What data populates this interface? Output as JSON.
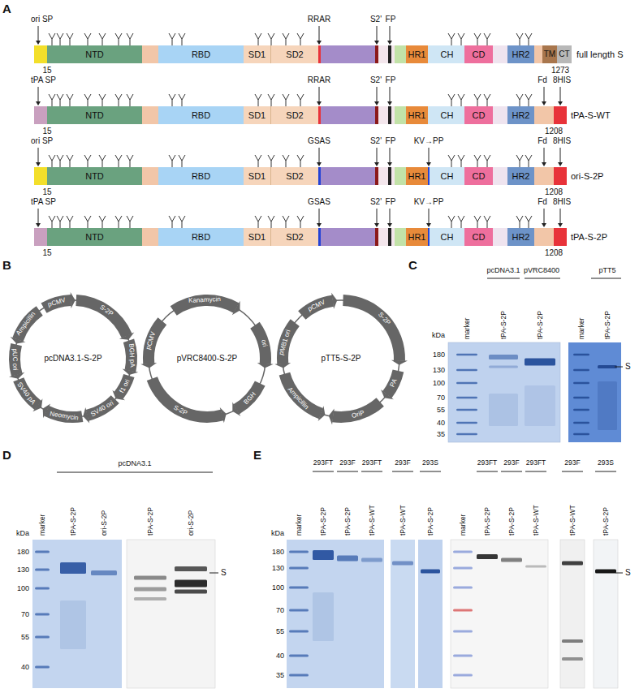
{
  "diagram": {
    "nodes": [
      {
        "text": [
          "NTD"
        ]
      },
      {
        "text": [
          "RBD"
        ]
      },
      {
        "text": [
          "SD1"
        ]
      },
      {
        "text": [
          "SD2"
        ]
      },
      {
        "text": [
          "HR1"
        ]
      },
      {
        "text": [
          "CH"
        ]
      },
      {
        "text": [
          "CD"
        ]
      },
      {
        "text": [
          "HR2"
        ]
      },
      {
        "text": [
          "TM"
        ]
      },
      {
        "text": [
          "CT"
        ]
      },
      {
        "text": [
          "NTD"
        ]
      },
      {
        "text": [
          "RBD"
        ]
      },
      {
        "text": [
          "SD1"
        ]
      },
      {
        "text": [
          "SD2"
        ]
      },
      {
        "text": [
          "HR1"
        ]
      },
      {
        "text": [
          "CH"
        ]
      },
      {
        "text": [
          "CD"
        ]
      },
      {
        "text": [
          "HR2"
        ]
      },
      {
        "text": [
          "NTD"
        ]
      },
      {
        "text": [
          "RBD"
        ]
      },
      {
        "text": [
          "SD1"
        ]
      },
      {
        "text": [
          "SD2"
        ]
      },
      {
        "text": [
          "HR1"
        ]
      },
      {
        "text": [
          "CH"
        ]
      },
      {
        "text": [
          "CD"
        ]
      },
      {
        "text": [
          "HR2"
        ]
      },
      {
        "text": [
          "NTD"
        ]
      },
      {
        "text": [
          "RBD"
        ]
      },
      {
        "text": [
          "SD1"
        ]
      },
      {
        "text": [
          "SD2"
        ]
      },
      {
        "text": [
          "HR1"
        ]
      },
      {
        "text": [
          "CH"
        ]
      },
      {
        "text": [
          "CD"
        ]
      },
      {
        "text": [
          "HR2"
        ]
      },
      {
        "text": [
          "pcDNA3.1-S-2P"
        ]
      },
      {
        "text": [
          "pVRC8400-S-2P"
        ]
      },
      {
        "text": [
          "pTT5-S-2P"
        ]
      }
    ],
    "labels": [
      "A",
      "ori SP",
      "RRAR",
      "S2'",
      "FP",
      "15",
      "1273",
      "full length S",
      "tPA SP",
      "RRAR",
      "S2'",
      "FP",
      "Fd",
      "8HIS",
      "15",
      "1208",
      "tPA-S-WT",
      "ori SP",
      "GSAS",
      "S2'",
      "FP",
      "KV→PP",
      "Fd",
      "8HIS",
      "15",
      "1208",
      "ori-S-2P",
      "tPA SP",
      "GSAS",
      "S2'",
      "FP",
      "KV→PP",
      "Fd",
      "8HIS",
      "15",
      "1208",
      "tPA-S-2P",
      "B",
      "pCMV",
      "S-2P",
      "BGH pA",
      "f1 ori",
      "SV40 ori",
      "Neomycin",
      "SV40 pA",
      "pUC ori",
      "Ampicillin",
      "Kanamycin",
      "ori",
      "BGH",
      "S-2P",
      "pCMV",
      "pCMV",
      "S-2P",
      "PA",
      "OriP",
      "Ampicillin",
      "pMB1 ori",
      "C",
      "pcDNA3.1",
      "pVRC8400",
      "pTT5",
      "marker",
      "tPA-S-2P",
      "tPA-S-2P",
      "marker",
      "tPA-S-2P",
      "kDa",
      "180",
      "130",
      "100",
      "70",
      "55",
      "40",
      "35",
      "S",
      "D",
      "pcDNA3.1",
      "marker",
      "tPA-S-2P",
      "ori-S-2P",
      "tPA-S-2P",
      "ori-S-2P",
      "kDa",
      "180",
      "130",
      "100",
      "70",
      "55",
      "40",
      "S",
      "E",
      "293FT",
      "293F",
      "293FT",
      "293F",
      "293S",
      "293FT",
      "293F",
      "293FT",
      "293F",
      "293S",
      "marker",
      "tPA-S-2P",
      "tPA-S-2P",
      "tPA-S-WT",
      "tPA-S-WT",
      "tPA-S-2P",
      "marker",
      "tPA-S-2P",
      "tPA-S-2P",
      "tPA-S-WT",
      "tPA-S-WT",
      "tPA-S-2P",
      "kDa",
      "180",
      "130",
      "100",
      "70",
      "55",
      "40",
      "35",
      "S"
    ]
  }
}
